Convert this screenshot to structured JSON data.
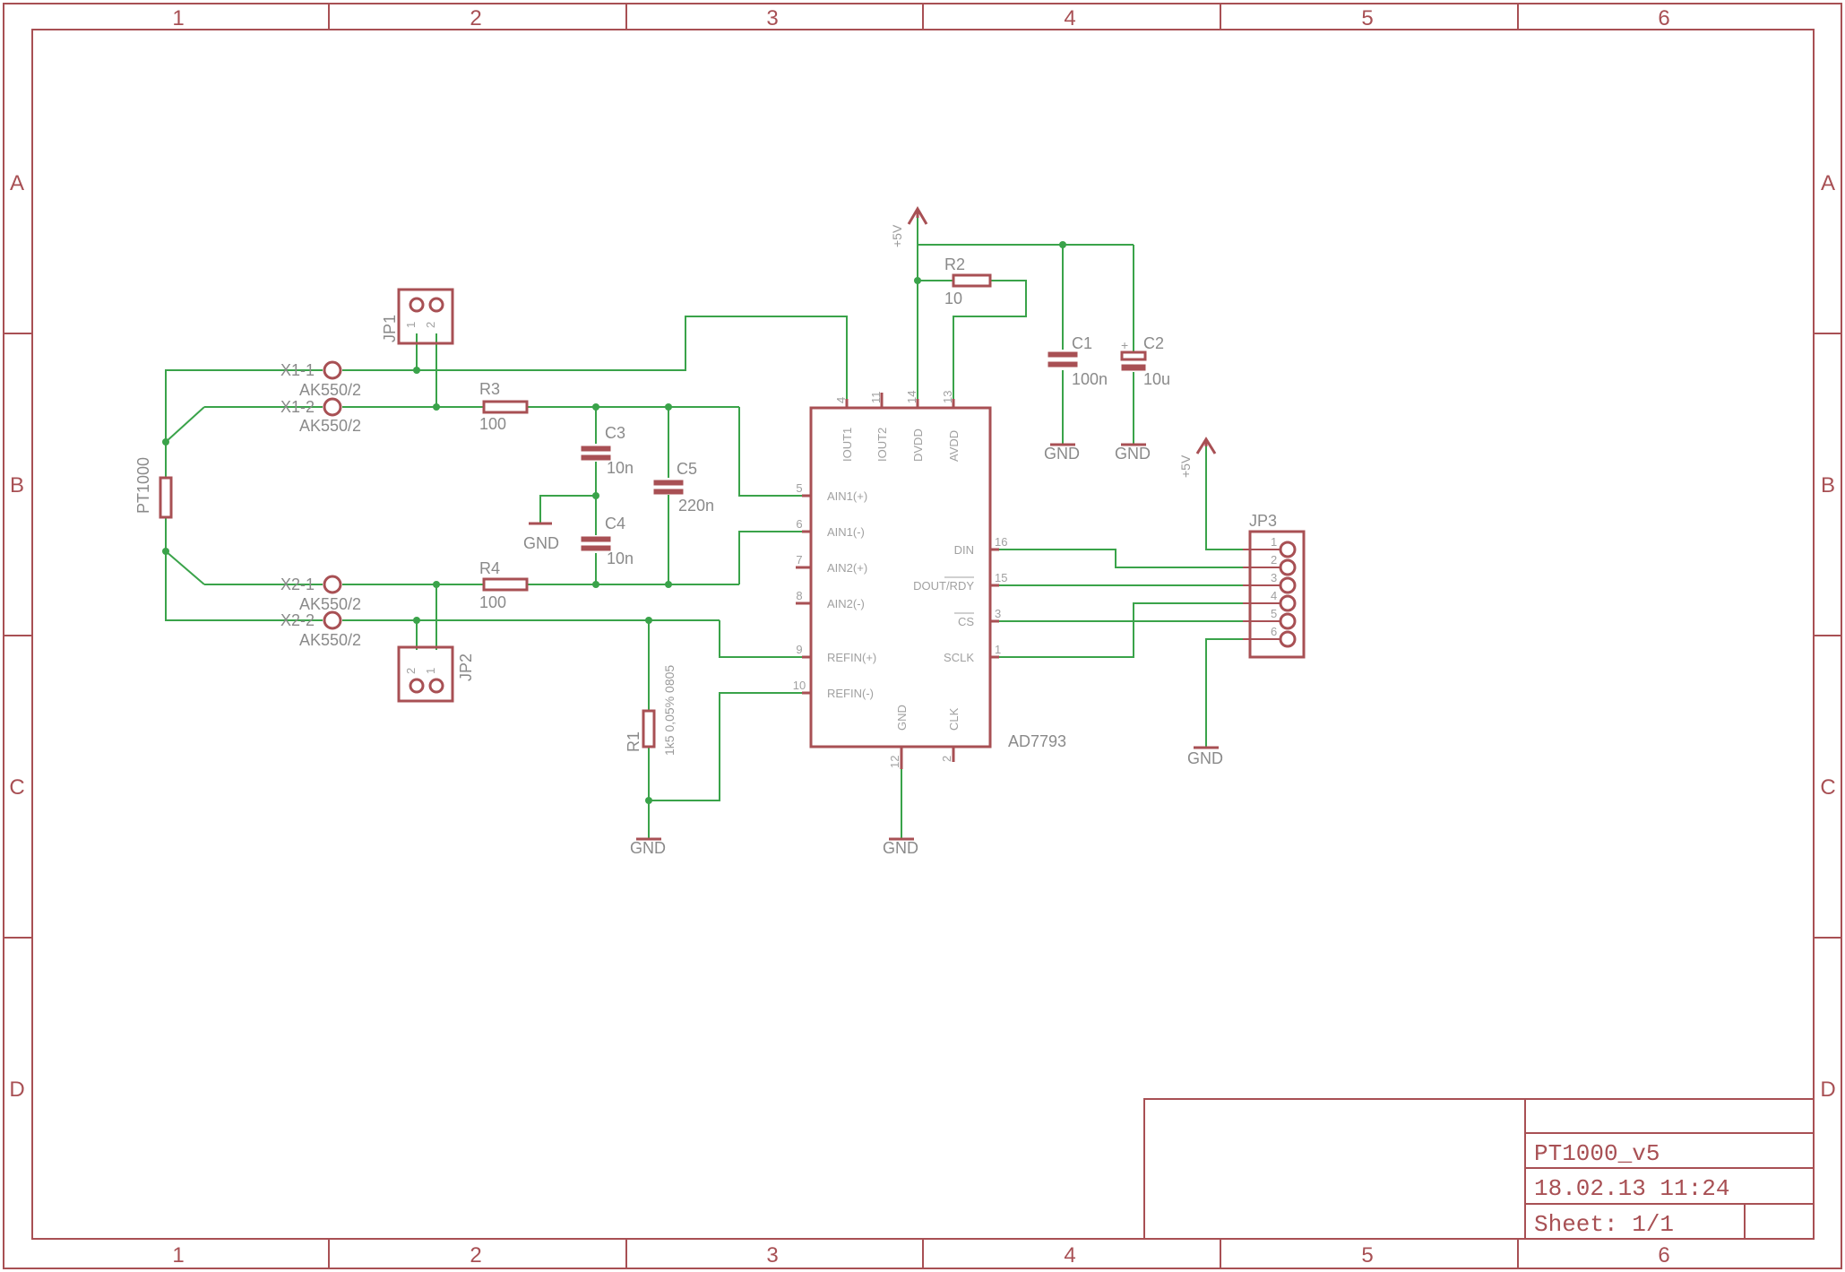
{
  "frame": {
    "columns": [
      "1",
      "2",
      "3",
      "4",
      "5",
      "6"
    ],
    "rows": [
      "A",
      "B",
      "C",
      "D"
    ]
  },
  "title_block": {
    "name": "PT1000_v5",
    "datetime": "18.02.13 11:24",
    "sheet": "Sheet: 1/1"
  },
  "connectors": {
    "x1_1": "X1-1",
    "x1_2": "X1-2",
    "x2_1": "X2-1",
    "x2_2": "X2-2",
    "x1_1_value": "AK550/2",
    "x1_2_value": "AK550/2",
    "x2_1_value": "AK550/2",
    "x2_2_value": "AK550/2"
  },
  "jumpers": {
    "jp1": "JP1",
    "jp2": "JP2",
    "jp3": "JP3",
    "jp_pin_1": "1",
    "jp_pin_2": "2",
    "jp3_pins": [
      "1",
      "2",
      "3",
      "4",
      "5",
      "6"
    ]
  },
  "components": {
    "pt1000": "PT1000",
    "r1": "R1",
    "r1_value": "1k5 0,05% 0805",
    "r2": "R2",
    "r2_value": "10",
    "r3": "R3",
    "r3_value": "100",
    "r4": "R4",
    "r4_value": "100",
    "c1": "C1",
    "c1_value": "100n",
    "c2": "C2",
    "c2_value": "10u",
    "c2_polarity": "+",
    "c3": "C3",
    "c3_value": "10n",
    "c4": "C4",
    "c4_value": "10n",
    "c5": "C5",
    "c5_value": "220n"
  },
  "ic": {
    "name": "AD7793",
    "pins": {
      "iout1": "IOUT1",
      "iout1_num": "4",
      "iout2": "IOUT2",
      "iout2_num": "11",
      "dvdd": "DVDD",
      "dvdd_num": "14",
      "avdd": "AVDD",
      "avdd_num": "13",
      "ain1p": "AIN1(+)",
      "ain1p_num": "5",
      "ain1n": "AIN1(-)",
      "ain1n_num": "6",
      "ain2p": "AIN2(+)",
      "ain2p_num": "7",
      "ain2n": "AIN2(-)",
      "ain2n_num": "8",
      "refinp": "REFIN(+)",
      "refinp_num": "9",
      "refinn": "REFIN(-)",
      "refinn_num": "10",
      "gnd": "GND",
      "gnd_num": "12",
      "clk": "CLK",
      "clk_num": "2",
      "din": "DIN",
      "din_num": "16",
      "dout": "DOUT/RDY",
      "dout_num": "15",
      "cs": "CS",
      "cs_num": "3",
      "sclk": "SCLK",
      "sclk_num": "1"
    }
  },
  "supplies": {
    "vcc": "+5V",
    "gnd": "GND"
  },
  "colors": {
    "component": "#a85054",
    "wire": "#3aa34a",
    "label": "#8a8a8a"
  }
}
